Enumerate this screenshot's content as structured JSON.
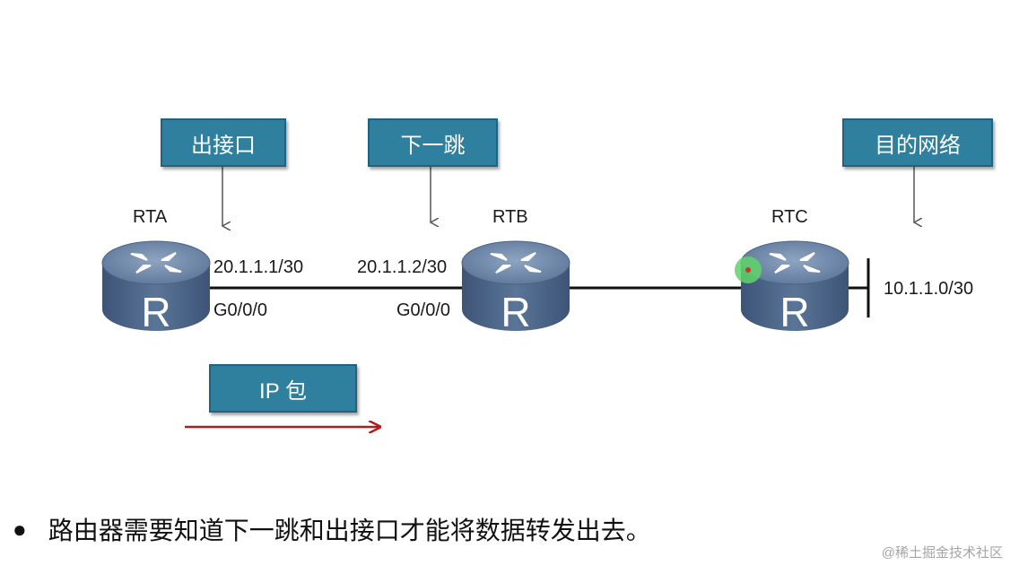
{
  "labels": {
    "out_interface": "出接口",
    "next_hop": "下一跳",
    "dest_network": "目的网络",
    "ip_packet": "IP 包"
  },
  "routers": {
    "rta": {
      "name": "RTA",
      "ip": "20.1.1.1/30",
      "interface": "G0/0/0",
      "glyph": "R"
    },
    "rtb": {
      "name": "RTB",
      "ip": "20.1.1.2/30",
      "interface": "G0/0/0",
      "glyph": "R"
    },
    "rtc": {
      "name": "RTC",
      "glyph": "R"
    }
  },
  "network": {
    "address": "10.1.1.0/30"
  },
  "bullet": {
    "text": "路由器需要知道下一跳和出接口才能将数据转发出去。"
  },
  "watermark": {
    "text": "@稀土掘金技术社区"
  },
  "colors": {
    "box_fill": "#2f7f9e",
    "router_top": "#6d86a6",
    "router_body": "#4a6283",
    "arrow_red": "#b01d1d",
    "highlight": "#5fd36a"
  }
}
